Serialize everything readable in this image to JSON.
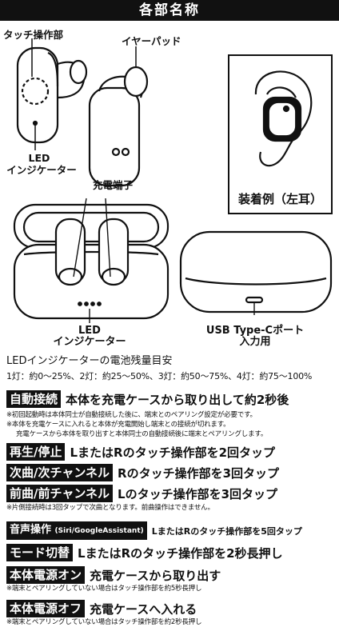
{
  "header": {
    "title": "各部名称"
  },
  "diagram": {
    "touch_label": "タッチ操作部",
    "earpad_label": "イヤーパッド",
    "led_label_top_1": "LED",
    "led_label_top_2": "インジケーター",
    "charge_terminal_label": "充電端子",
    "wear_example_label": "装着例（左耳）",
    "led_label_bottom_1": "LED",
    "led_label_bottom_2": "インジケーター",
    "usb_label_1": "USB Type-Cポート",
    "usb_label_2": "入力用"
  },
  "battery": {
    "title": "LEDインジケーターの電池残量目安",
    "levels": "1灯：約0～25%、2灯：約25～50%、3灯：約50～75%、4灯：約75～100%"
  },
  "operations": [
    {
      "tag": "自動接続",
      "desc": "本体を充電ケースから取り出して約2秒後"
    },
    {
      "tag": "再生/停止",
      "desc": "LまたはRのタッチ操作部を2回タップ"
    },
    {
      "tag": "次曲/次チャンネル",
      "desc": "Rのタッチ操作部を3回タップ"
    },
    {
      "tag": "前曲/前チャンネル",
      "desc": "Lのタッチ操作部を3回タップ"
    },
    {
      "tag": "音声操作",
      "tag_sub": "(Siri/GoogleAssistant)",
      "desc": "LまたはRのタッチ操作部を5回タップ"
    },
    {
      "tag": "モード切替",
      "desc": "LまたはRのタッチ操作部を2秒長押し"
    },
    {
      "tag": "本体電源オン",
      "desc": "充電ケースから取り出す"
    },
    {
      "tag": "本体電源オフ",
      "desc": "充電ケースへ入れる"
    }
  ],
  "notes": {
    "auto_1": "※初回起動時は本体同士が自動接続した後に、端末とのペアリング設定が必要です。",
    "auto_2": "※本体を充電ケースに入れると本体が充電開始し端末との接続が切れます。",
    "auto_3": "充電ケースから本体を取り出すと本体同士の自動接続後に端末とペアリングします。",
    "prev": "※片側接続時は3回タップで次曲となります。前曲操作はできません。",
    "power_on": "※端末とペアリングしていない場合はタッチ操作部を約5秒長押し",
    "power_off": "※端末とペアリングしていない場合はタッチ操作部を約2秒長押し"
  }
}
